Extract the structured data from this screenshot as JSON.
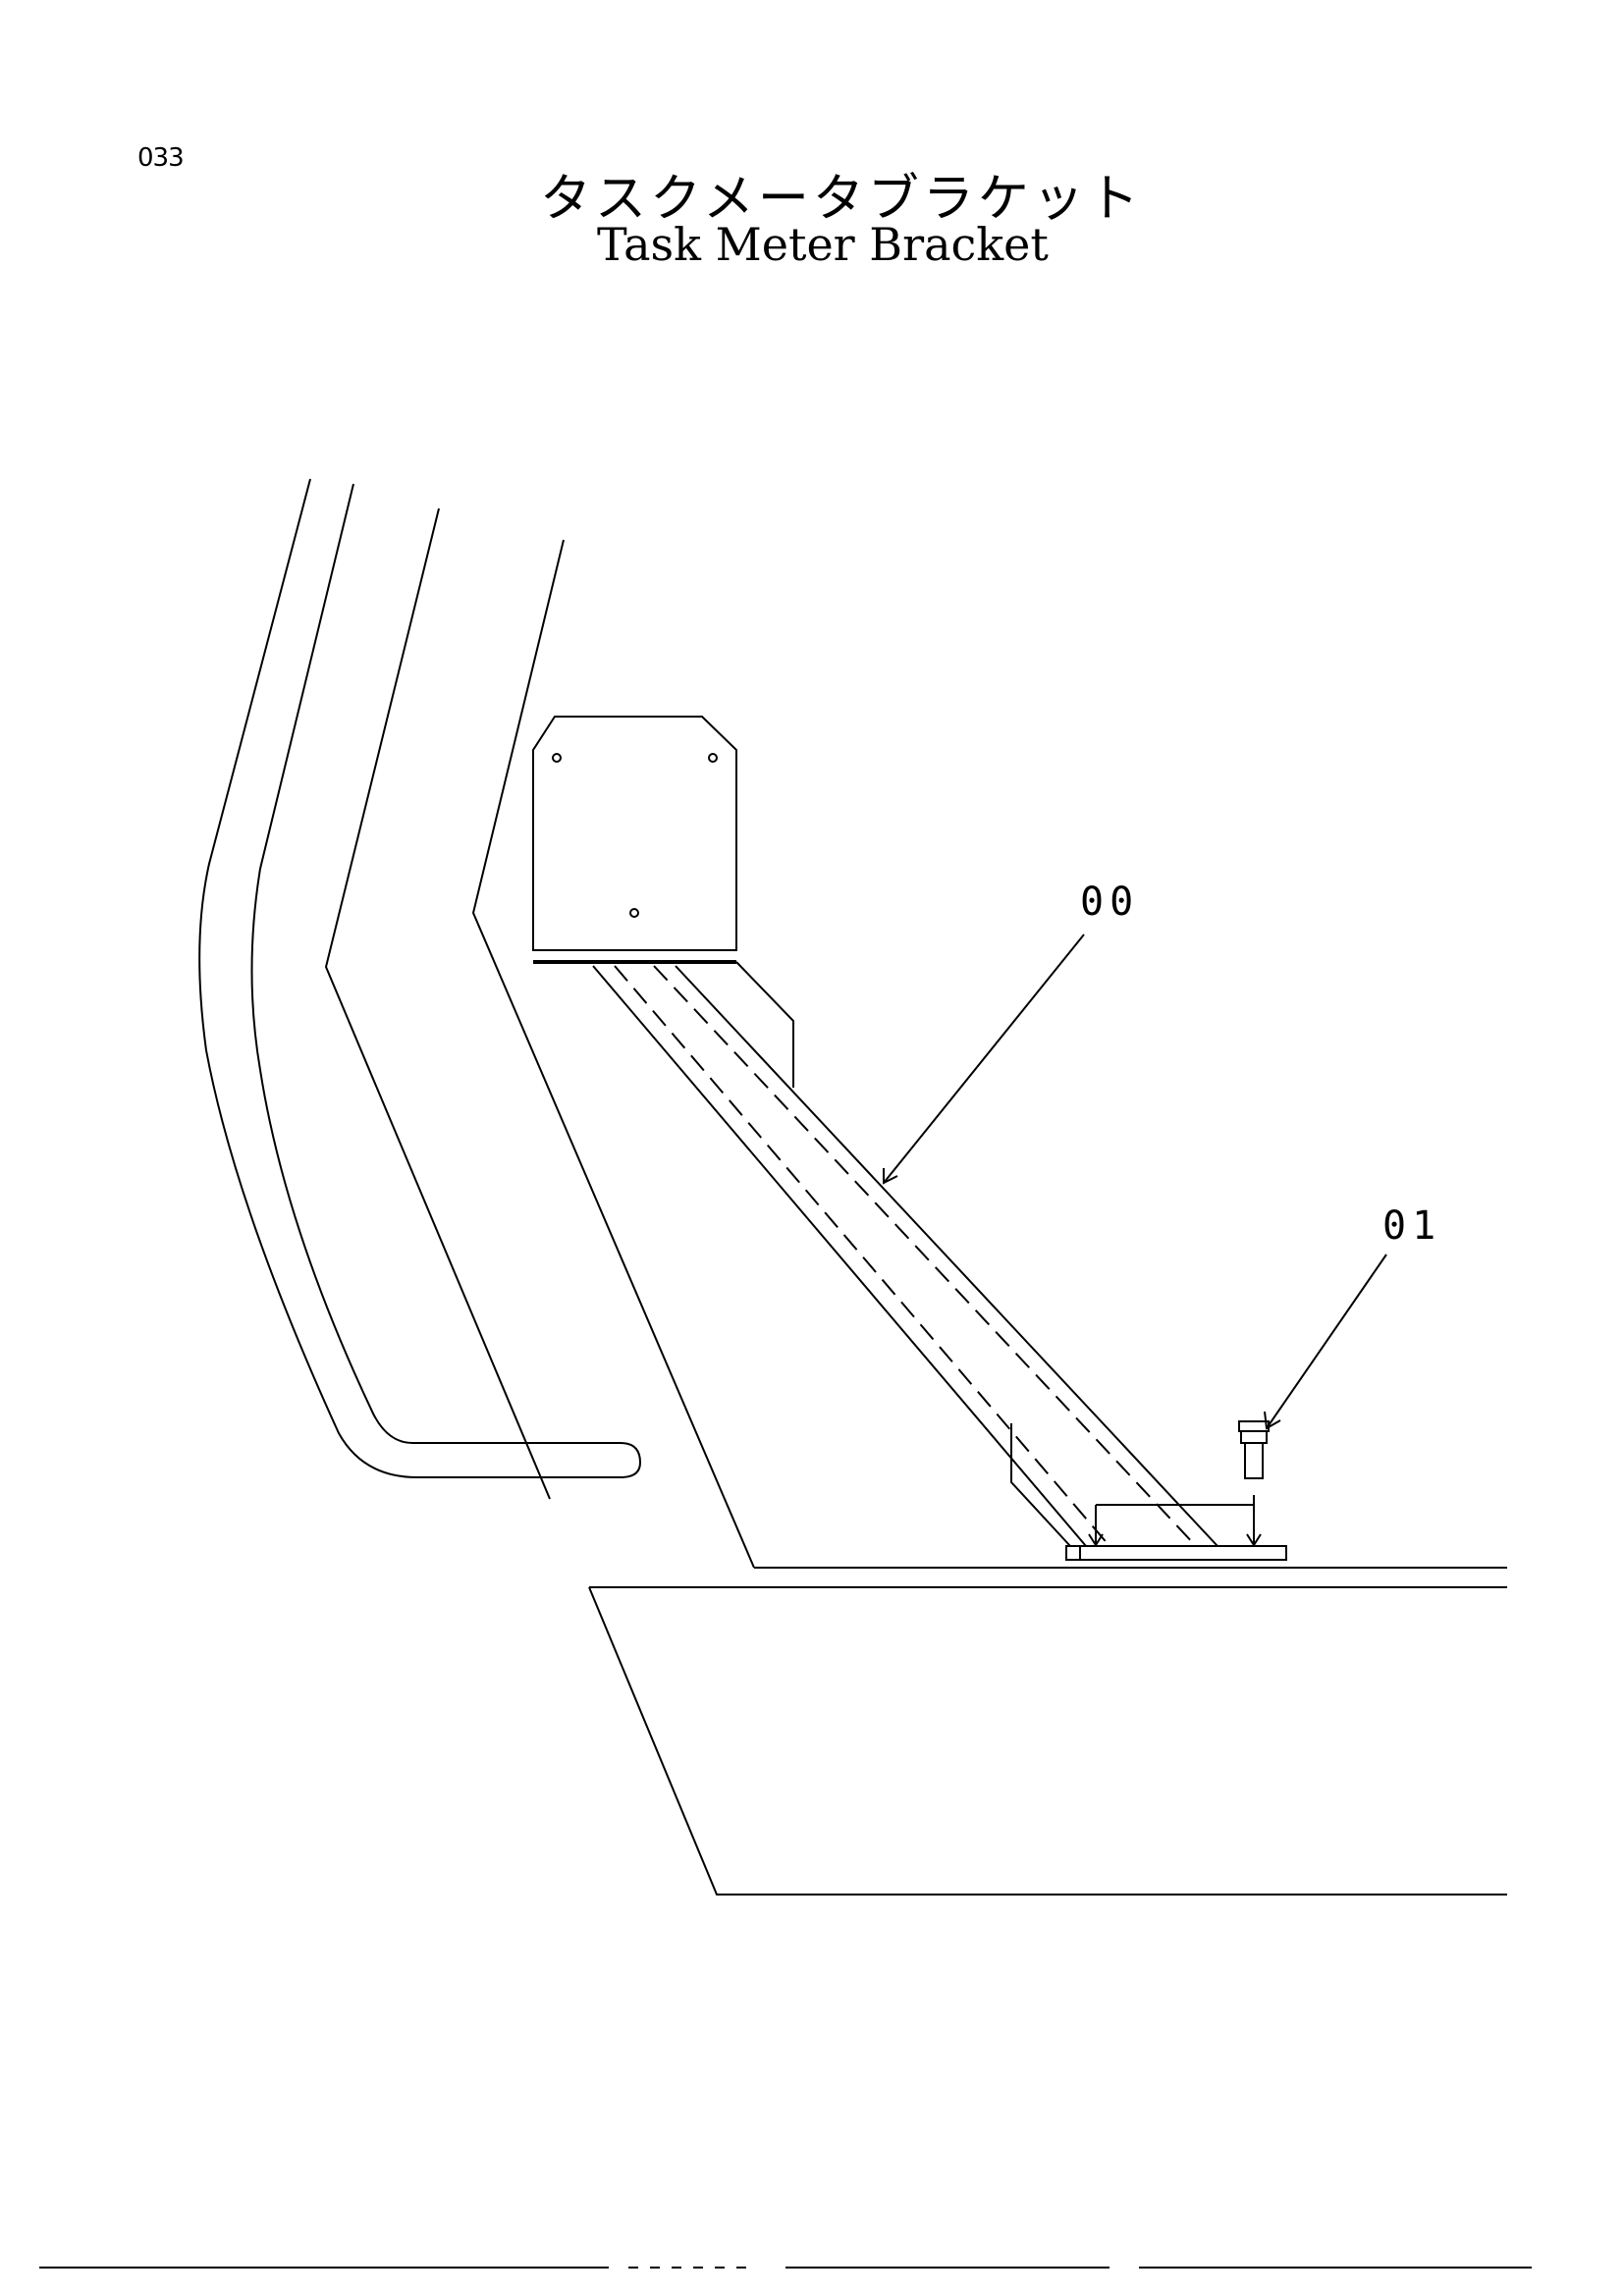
{
  "page": {
    "number": "033",
    "title_jp": "タスクメータブラケット",
    "title_en": "Task Meter Bracket"
  },
  "callouts": [
    {
      "id": "part-00",
      "label": "00"
    },
    {
      "id": "part-01",
      "label": "01"
    }
  ]
}
